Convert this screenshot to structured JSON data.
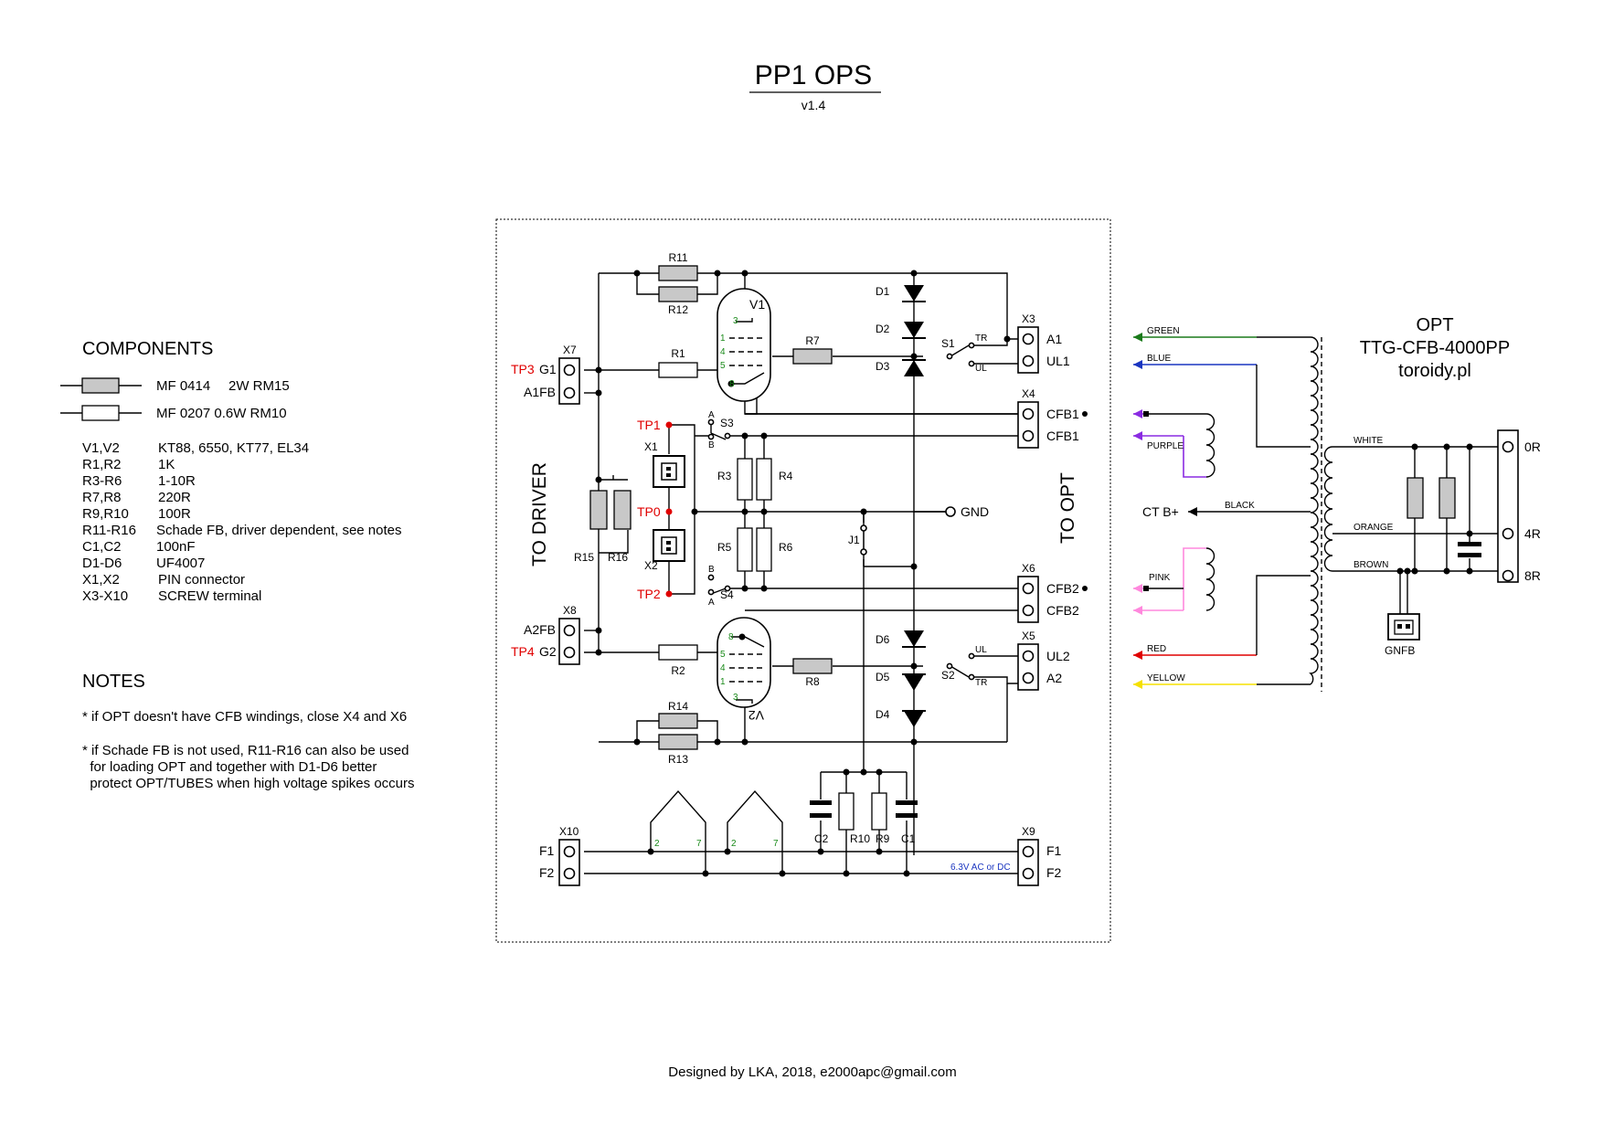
{
  "title": "PP1 OPS",
  "version": "v1.4",
  "footer": "Designed by LKA, 2018, e2000apc@gmail.com",
  "components": {
    "heading": "COMPONENTS",
    "legend": [
      {
        "type": "MF 0414",
        "spec": "2W RM15"
      },
      {
        "type": "MF 0207 0.6W RM10",
        "spec": ""
      }
    ],
    "list": [
      {
        "ref": "V1,V2",
        "value": "KT88, 6550, KT77, EL34"
      },
      {
        "ref": "R1,R2",
        "value": "1K"
      },
      {
        "ref": "R3-R6",
        "value": "1-10R"
      },
      {
        "ref": "R7,R8",
        "value": "220R"
      },
      {
        "ref": "R9,R10",
        "value": "100R"
      },
      {
        "ref": "R11-R16",
        "value": "Schade FB, driver dependent, see notes"
      },
      {
        "ref": "C1,C2",
        "value": "100nF"
      },
      {
        "ref": "D1-D6",
        "value": "UF4007"
      },
      {
        "ref": "X1,X2",
        "value": "PIN connector"
      },
      {
        "ref": "X3-X10",
        "value": "SCREW terminal"
      }
    ]
  },
  "notes": {
    "heading": "NOTES",
    "items": [
      "* if OPT doesn't have CFB windings, close X4 and X6",
      "* if Schade FB is not used, R11-R16 can also be used",
      "  for loading OPT and together with D1-D6 better",
      "  protect OPT/TUBES when high voltage spikes occurs"
    ]
  },
  "schematic": {
    "side_left": "TO DRIVER",
    "side_right": "TO OPT",
    "supply_note": "6.3V AC or DC",
    "labels": {
      "R1": "R1",
      "R2": "R2",
      "R3": "R3",
      "R4": "R4",
      "R5": "R5",
      "R6": "R6",
      "R7": "R7",
      "R8": "R8",
      "R9": "R9",
      "R10": "R10",
      "R11": "R11",
      "R12": "R12",
      "R13": "R13",
      "R14": "R14",
      "R15": "R15",
      "R16": "R16",
      "C1": "C1",
      "C2": "C2",
      "D1": "D1",
      "D2": "D2",
      "D3": "D3",
      "D4": "D4",
      "D5": "D5",
      "D6": "D6",
      "V1": "V1",
      "V2": "V2",
      "S1": "S1",
      "S2": "S2",
      "S3": "S3",
      "S4": "S4",
      "J1": "J1",
      "X1": "X1",
      "X2": "X2",
      "TR": "TR",
      "UL": "UL",
      "A": "A",
      "B": "B",
      "pin1": "1",
      "pin2": "2",
      "pin3": "3",
      "pin4": "4",
      "pin5": "5",
      "pin7": "7",
      "pin8": "8",
      "GND": "GND"
    },
    "testpoints": {
      "TP0": "TP0",
      "TP1": "TP1",
      "TP2": "TP2",
      "TP3": "TP3",
      "TP4": "TP4"
    },
    "connectors": {
      "X3": {
        "name": "X3",
        "pins": [
          "A1",
          "UL1"
        ]
      },
      "X4": {
        "name": "X4",
        "pins": [
          "CFB1",
          "CFB1"
        ]
      },
      "X5": {
        "name": "X5",
        "pins": [
          "UL2",
          "A2"
        ]
      },
      "X6": {
        "name": "X6",
        "pins": [
          "CFB2",
          "CFB2"
        ]
      },
      "X7": {
        "name": "X7",
        "pins": [
          "G1",
          "A1FB"
        ]
      },
      "X8": {
        "name": "X8",
        "pins": [
          "A2FB",
          "G2"
        ]
      },
      "X9": {
        "name": "X9",
        "pins": [
          "F1",
          "F2"
        ]
      },
      "X10": {
        "name": "X10",
        "pins": [
          "F1",
          "F2"
        ]
      }
    }
  },
  "opt": {
    "title": "OPT",
    "model": "TTG-CFB-4000PP",
    "maker": "toroidy.pl",
    "wires": {
      "green": "GREEN",
      "blue": "BLUE",
      "purple": "PURPLE",
      "black": "BLACK",
      "pink": "PINK",
      "red": "RED",
      "yellow": "YELLOW",
      "white": "WHITE",
      "orange": "ORANGE",
      "brown": "BROWN"
    },
    "ct": "CT B+",
    "outputs": [
      "0R",
      "4R",
      "8R"
    ],
    "gnfb": "GNFB"
  },
  "colors": {
    "green": "#1a7a1a",
    "blue": "#1a35c0",
    "purple": "#8a2be2",
    "pink": "#ff88dd",
    "red": "#e00000",
    "yellow": "#f5e000",
    "testpoint": "#e00000"
  }
}
